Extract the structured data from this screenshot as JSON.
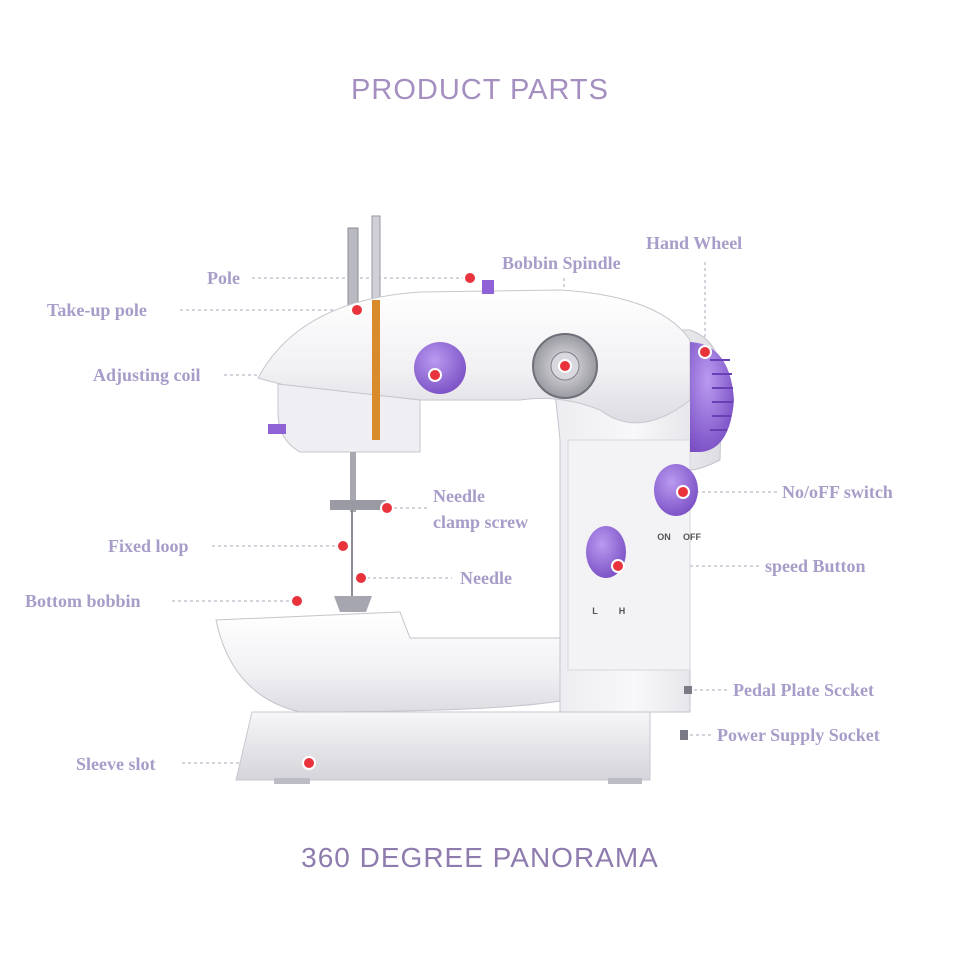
{
  "title": "PRODUCT PARTS",
  "footer": "360 DEGREE PANORAMA",
  "colors": {
    "body": "#f4f4f6",
    "shade": "#d9d9df",
    "accent": "#8f63d6",
    "marker": "#e8323c",
    "label": "#a89cc8",
    "leader": "#a8a8b8"
  },
  "parts": {
    "pole": "Pole",
    "take_up_pole": "Take-up pole",
    "adjusting_coil": "Adjusting coil",
    "bobbin_spindle": "Bobbin Spindle",
    "hand_wheel": "Hand Wheel",
    "needle_clamp_screw_line1": "Needle",
    "needle_clamp_screw_line2": "clamp screw",
    "fixed_loop": "Fixed loop",
    "needle": "Needle",
    "bottom_bobbin": "Bottom bobbin",
    "on_off_switch": "No/oFF switch",
    "speed_button": "speed Button",
    "pedal_plate_socket": "Pedal Plate Sccket",
    "power_supply_socket": "Power Supply Socket",
    "sleeve_slot": "Sleeve slot"
  },
  "switch_labels": {
    "on": "ON",
    "off": "OFF",
    "low": "L",
    "high": "H"
  }
}
